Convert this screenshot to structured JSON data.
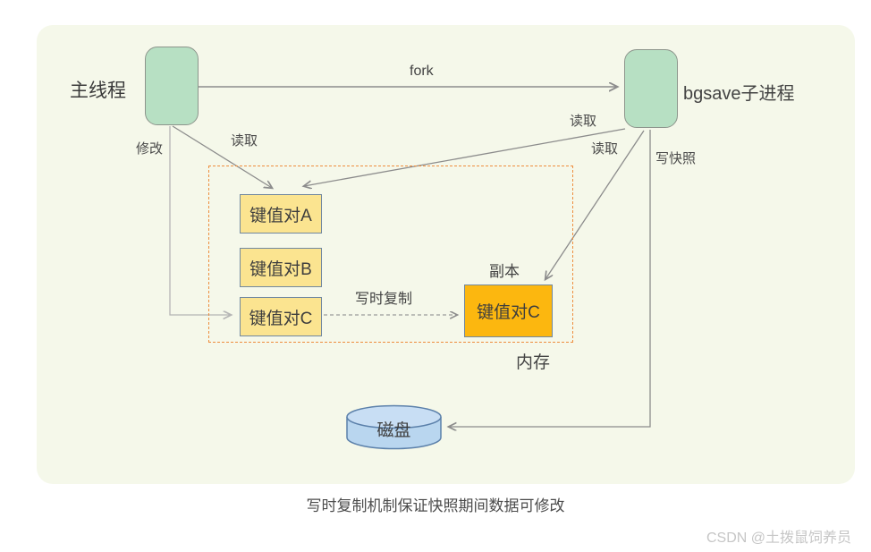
{
  "nodes": {
    "main_thread": {
      "label": "主线程"
    },
    "bgsave": {
      "label": "bgsave子进程"
    },
    "kv_a": {
      "label": "键值对A"
    },
    "kv_b": {
      "label": "键值对B"
    },
    "kv_c": {
      "label": "键值对C"
    },
    "kv_c_copy": {
      "label": "键值对C",
      "tag": "副本"
    },
    "memory": {
      "label": "内存"
    },
    "disk": {
      "label": "磁盘"
    }
  },
  "edges": {
    "fork": {
      "label": "fork"
    },
    "modify": {
      "label": "修改"
    },
    "read_main": {
      "label": "读取"
    },
    "read_bgsave_1": {
      "label": "读取"
    },
    "read_bgsave_2": {
      "label": "读取"
    },
    "write_snapshot": {
      "label": "写快照"
    },
    "copy_on_write": {
      "label": "写时复制"
    }
  },
  "caption": "写时复制机制保证快照期间数据可修改",
  "watermark": "CSDN @土拨鼠饲养员",
  "colors": {
    "panel_bg": "#f5f8ea",
    "process_box_fill": "#b7e0c3",
    "process_box_border": "#8d958c",
    "squiggle": "#e9a45f",
    "kv_fill": "#fbe490",
    "kv_copy_fill": "#fcb70f",
    "kv_border": "#71889f",
    "dashed_region": "#ee8d3d",
    "arrow": "#8c8c8c",
    "arrow_light": "#b5b5b5",
    "disk_fill": "#b9d6ef",
    "disk_border": "#5b80aa"
  }
}
